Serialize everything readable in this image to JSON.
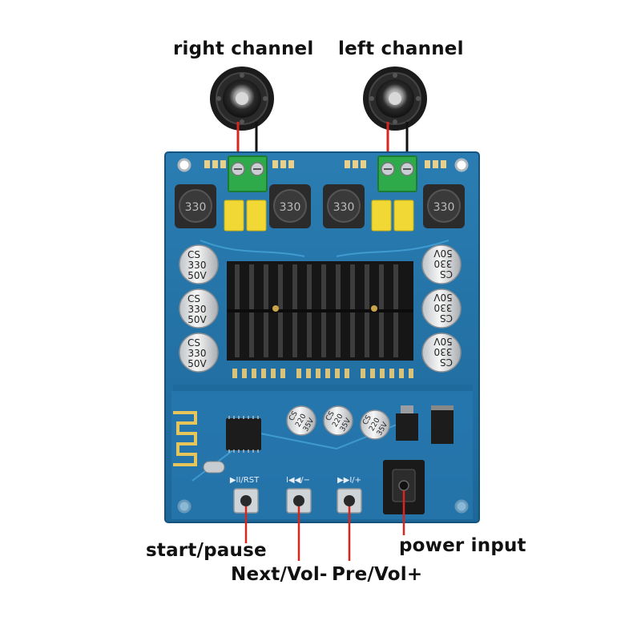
{
  "labels": {
    "right_channel": "right channel",
    "left_channel": "left channel",
    "start_pause": "start/pause",
    "next_vol": "Next/Vol-",
    "pre_vol": "Pre/Vol+",
    "power_input": "power input"
  },
  "board_markings": {
    "cap_left": [
      "CS",
      "330",
      "50V"
    ],
    "cap_right": [
      "CS",
      "330",
      "50V"
    ],
    "cap_small": [
      "CS",
      "220",
      "35V"
    ],
    "inductor_value": "330",
    "button_1": "▶II/RST",
    "button_2": "I◀◀/−",
    "button_3": "▶▶I/+"
  },
  "colors": {
    "board": "#1f6fa3",
    "board_light": "#2f86bb",
    "pointer": "#d7261e",
    "terminal": "#2faa4a",
    "heatsink": "#1a1a1a"
  }
}
